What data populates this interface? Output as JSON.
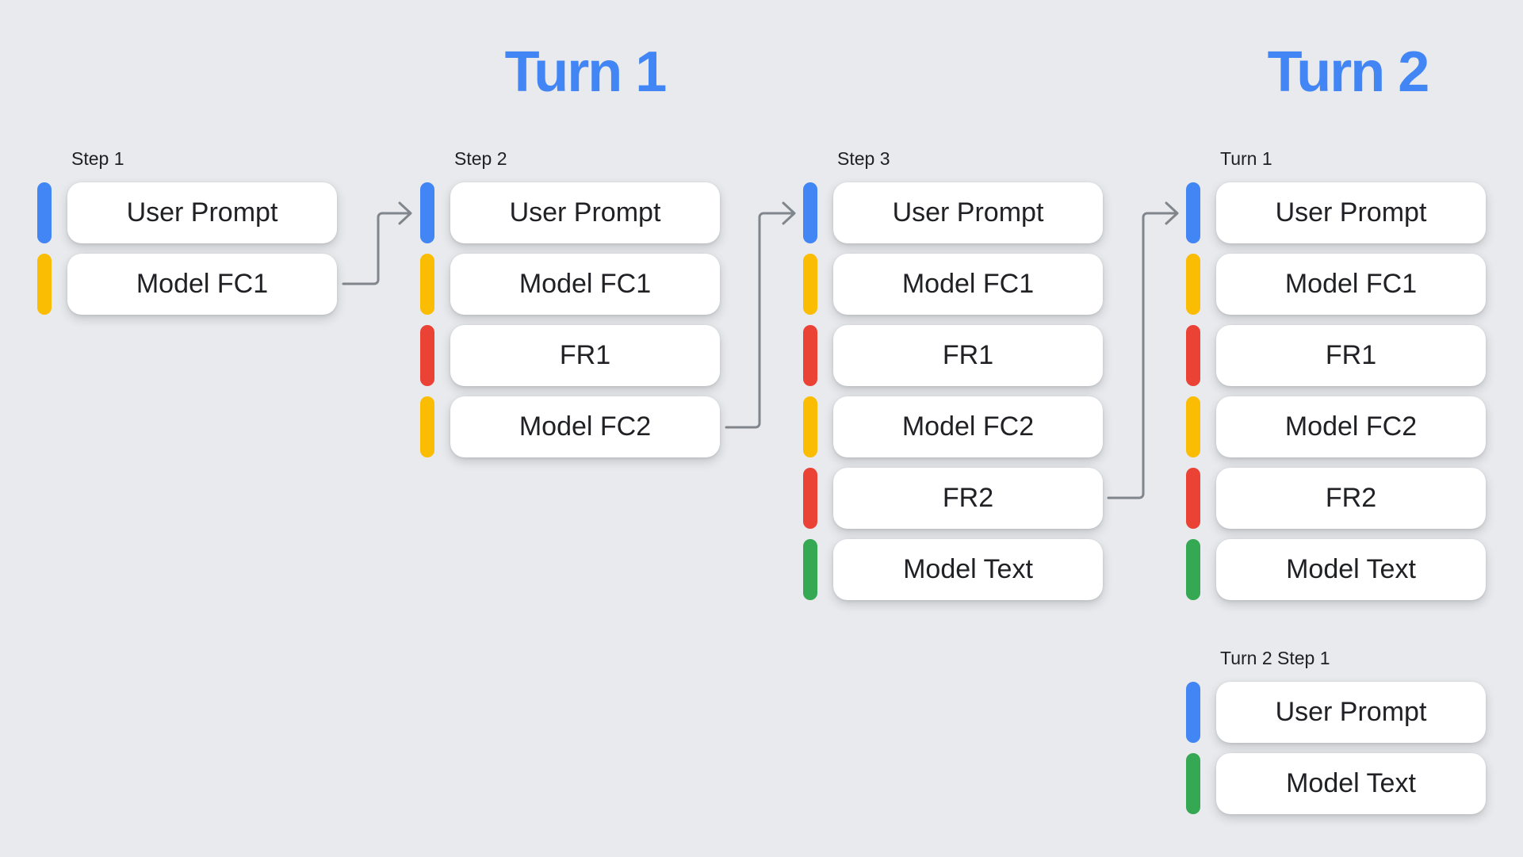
{
  "titles": {
    "turn1": "Turn 1",
    "turn2": "Turn 2"
  },
  "palette": {
    "blue": "#4285F4",
    "yellow": "#FBBC04",
    "red": "#EA4335",
    "green": "#34A853",
    "title": "#4285F4",
    "arrow": "#80868B",
    "background": "#E8EAED",
    "card": "#FFFFFF",
    "text": "#202124"
  },
  "groups": [
    {
      "label": "Step 1",
      "rows": [
        {
          "label": "User Prompt",
          "color": "blue"
        },
        {
          "label": "Model FC1",
          "color": "yellow"
        }
      ]
    },
    {
      "label": "Step 2",
      "rows": [
        {
          "label": "User Prompt",
          "color": "blue"
        },
        {
          "label": "Model FC1",
          "color": "yellow"
        },
        {
          "label": "FR1",
          "color": "red"
        },
        {
          "label": "Model FC2",
          "color": "yellow"
        }
      ]
    },
    {
      "label": "Step 3",
      "rows": [
        {
          "label": "User Prompt",
          "color": "blue"
        },
        {
          "label": "Model FC1",
          "color": "yellow"
        },
        {
          "label": "FR1",
          "color": "red"
        },
        {
          "label": "Model FC2",
          "color": "yellow"
        },
        {
          "label": "FR2",
          "color": "red"
        },
        {
          "label": "Model Text",
          "color": "green"
        }
      ]
    },
    {
      "label": "Turn 1",
      "rows": [
        {
          "label": "User Prompt",
          "color": "blue"
        },
        {
          "label": "Model FC1",
          "color": "yellow"
        },
        {
          "label": "FR1",
          "color": "red"
        },
        {
          "label": "Model FC2",
          "color": "yellow"
        },
        {
          "label": "FR2",
          "color": "red"
        },
        {
          "label": "Model Text",
          "color": "green"
        }
      ]
    },
    {
      "label": "Turn 2 Step 1",
      "rows": [
        {
          "label": "User Prompt",
          "color": "blue"
        },
        {
          "label": "Model Text",
          "color": "green"
        }
      ]
    }
  ]
}
